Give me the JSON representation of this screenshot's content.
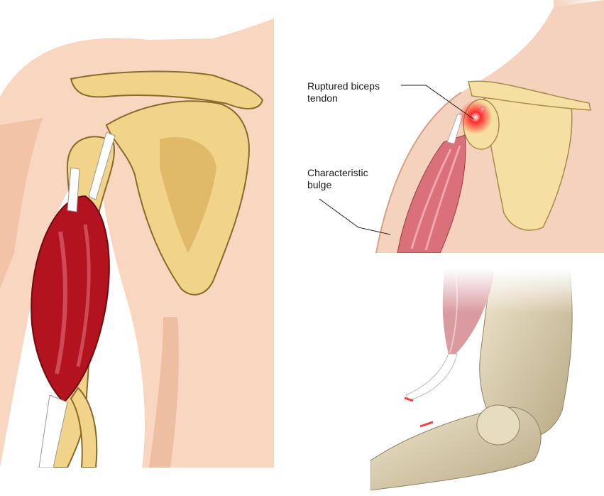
{
  "annotations": {
    "ruptured_tendon": {
      "line1": "Ruptured biceps",
      "line2": "tendon"
    },
    "bulge": {
      "line1": "Characteristic",
      "line2": "bulge"
    }
  },
  "colors": {
    "skin": "#f9d6bf",
    "skin_shadow": "#e9b49a",
    "bone": "#f2d38a",
    "bone_dark": "#d9b25c",
    "muscle": "#b3131e",
    "muscle_light": "#e0707a",
    "tendon": "#ffffff",
    "rupture_glow": "#ff2a2a",
    "bone_realistic": "#d9cfb6"
  }
}
